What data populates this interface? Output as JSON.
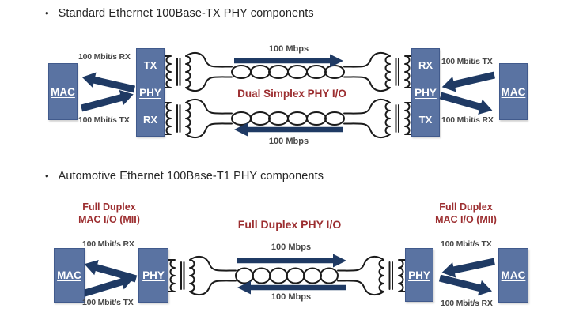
{
  "colors": {
    "bg": "#ffffff",
    "box": "#5a73a2",
    "box-border": "#415a8c",
    "arrow": "#1f3a64",
    "red": "#9c2e30",
    "label": "#474747",
    "title": "#262626",
    "line": "#1b1b1b"
  },
  "top": {
    "bullet": "•",
    "title": "Standard Ethernet 100Base-TX PHY components",
    "left_mac": "MAC",
    "left_phy": {
      "top": "TX",
      "mid": "PHY",
      "bottom": "RX"
    },
    "right_phy": {
      "top": "RX",
      "mid": "PHY",
      "bottom": "TX"
    },
    "right_mac": "MAC",
    "labels": {
      "left_rx": "100 Mbit/s RX",
      "left_tx": "100 Mbit/s TX",
      "right_tx": "100 Mbit/s TX",
      "right_rx": "100 Mbit/s RX",
      "wire_top": "100 Mbps",
      "wire_bottom": "100 Mbps",
      "center": "Dual Simplex PHY I/O"
    }
  },
  "bottom": {
    "bullet": "•",
    "title": "Automotive Ethernet 100Base-T1 PHY components",
    "left_mac": "MAC",
    "left_phy": "PHY",
    "right_phy": "PHY",
    "right_mac": "MAC",
    "labels": {
      "left_duplex_line1": "Full Duplex",
      "left_duplex_line2": "MAC I/O (MII)",
      "right_duplex_line1": "Full Duplex",
      "right_duplex_line2": "MAC I/O (MII)",
      "center": "Full Duplex PHY I/O",
      "left_rx": "100 Mbit/s RX",
      "left_tx": "100 Mbit/s TX",
      "right_tx": "100 Mbit/s TX",
      "right_rx": "100 Mbit/s RX",
      "wire_top": "100 Mbps",
      "wire_bottom": "100 Mbps"
    }
  }
}
